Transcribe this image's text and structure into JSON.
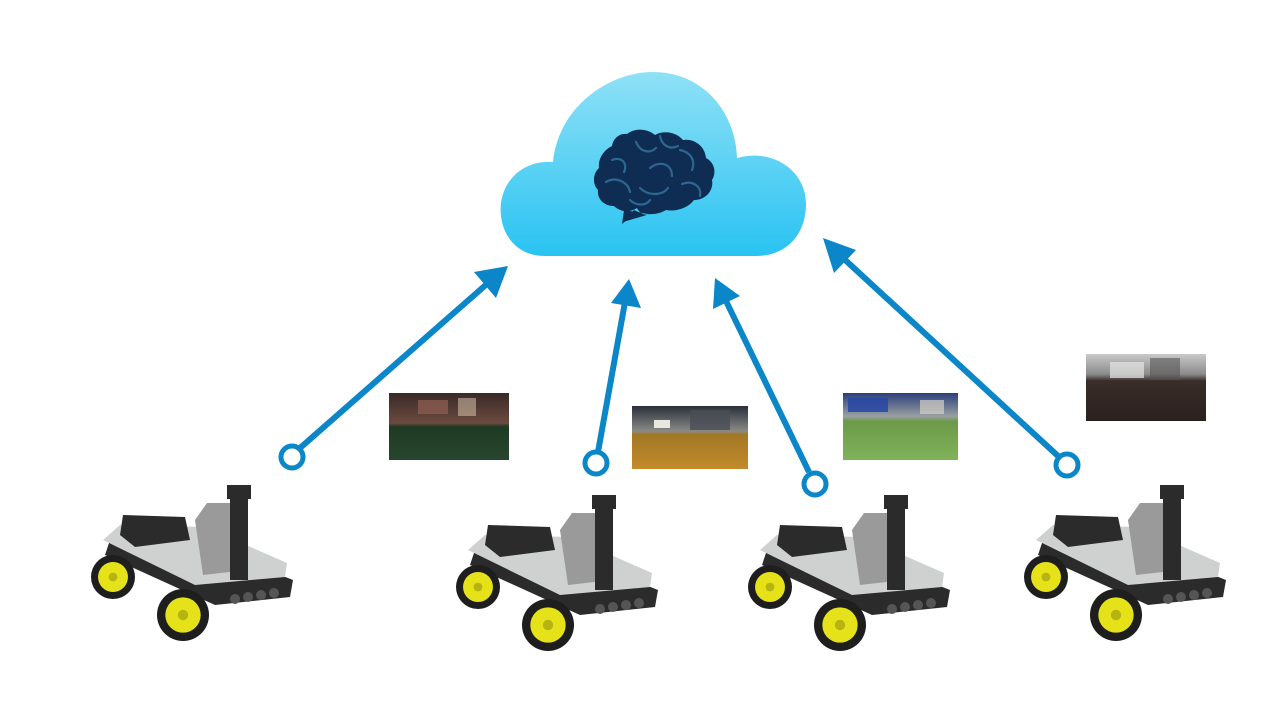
{
  "diagram": {
    "cloud": {
      "icon": "brain-icon",
      "colors": {
        "top": "#8fe1f6",
        "bottom": "#29c3f2",
        "brain": "#0f2d52"
      }
    },
    "arrow_color": "#0a86c9",
    "robots": [
      {
        "id": "robot-1",
        "camera_scene": "dark-room-floor"
      },
      {
        "id": "robot-2",
        "camera_scene": "carpet-floor"
      },
      {
        "id": "robot-3",
        "camera_scene": "grass-field"
      },
      {
        "id": "robot-4",
        "camera_scene": "wooden-floor"
      }
    ],
    "robot_colors": {
      "body": "#cfd0d0",
      "chassis": "#2b2b2b",
      "wheel": "#1e1e1e",
      "hub": "#e6e21a",
      "panel": "#9a9a9a"
    }
  }
}
